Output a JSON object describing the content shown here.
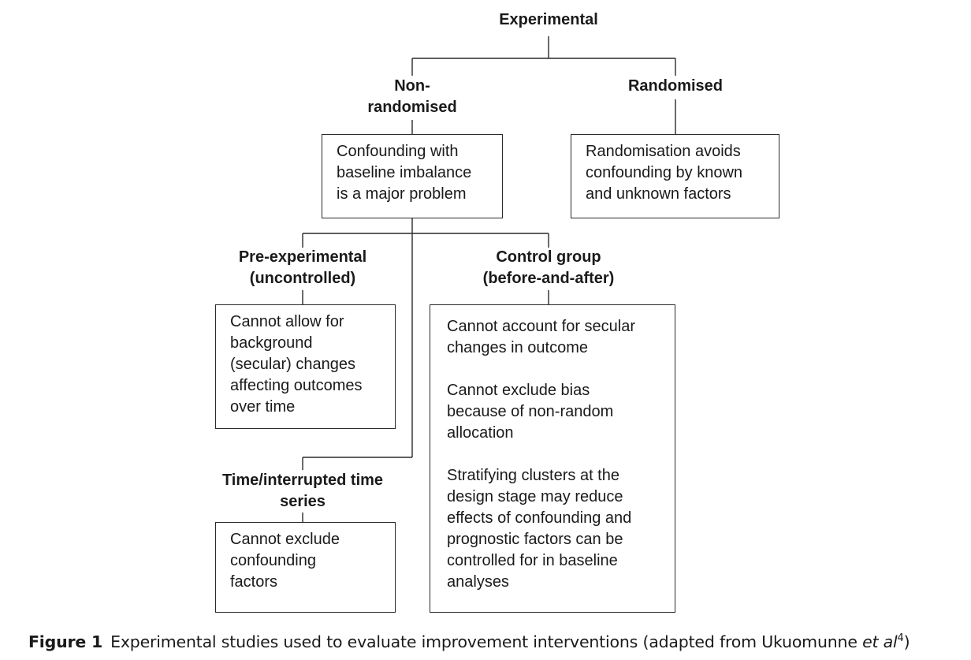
{
  "nodes": {
    "root": {
      "heading": "Experimental"
    },
    "non_randomised": {
      "heading": "Non-\nrandomised",
      "text": "Confounding with\nbaseline imbalance\nis a major problem"
    },
    "randomised": {
      "heading": "Randomised",
      "text": "Randomisation avoids\nconfounding by known\nand unknown factors"
    },
    "pre_experimental": {
      "heading": "Pre-experimental\n(uncontrolled)",
      "text": "Cannot allow for\nbackground\n(secular) changes\naffecting outcomes\nover time"
    },
    "control_group": {
      "heading": "Control group\n(before-and-after)",
      "paragraphs": [
        "Cannot account for secular\nchanges in outcome",
        "Cannot exclude bias\nbecause of non-random\nallocation",
        "Stratifying clusters at the\ndesign stage may reduce\neffects of confounding and\nprognostic factors can be\ncontrolled for in baseline\nanalyses"
      ]
    },
    "time_series": {
      "heading": "Time/interrupted time\nseries",
      "text": "Cannot exclude\nconfounding\nfactors"
    }
  },
  "caption": {
    "label": "Figure 1",
    "text": "Experimental studies used to evaluate improvement interventions (adapted from Ukuomunne ",
    "italic": "et al",
    "superscript": "4",
    "closing": ")"
  }
}
